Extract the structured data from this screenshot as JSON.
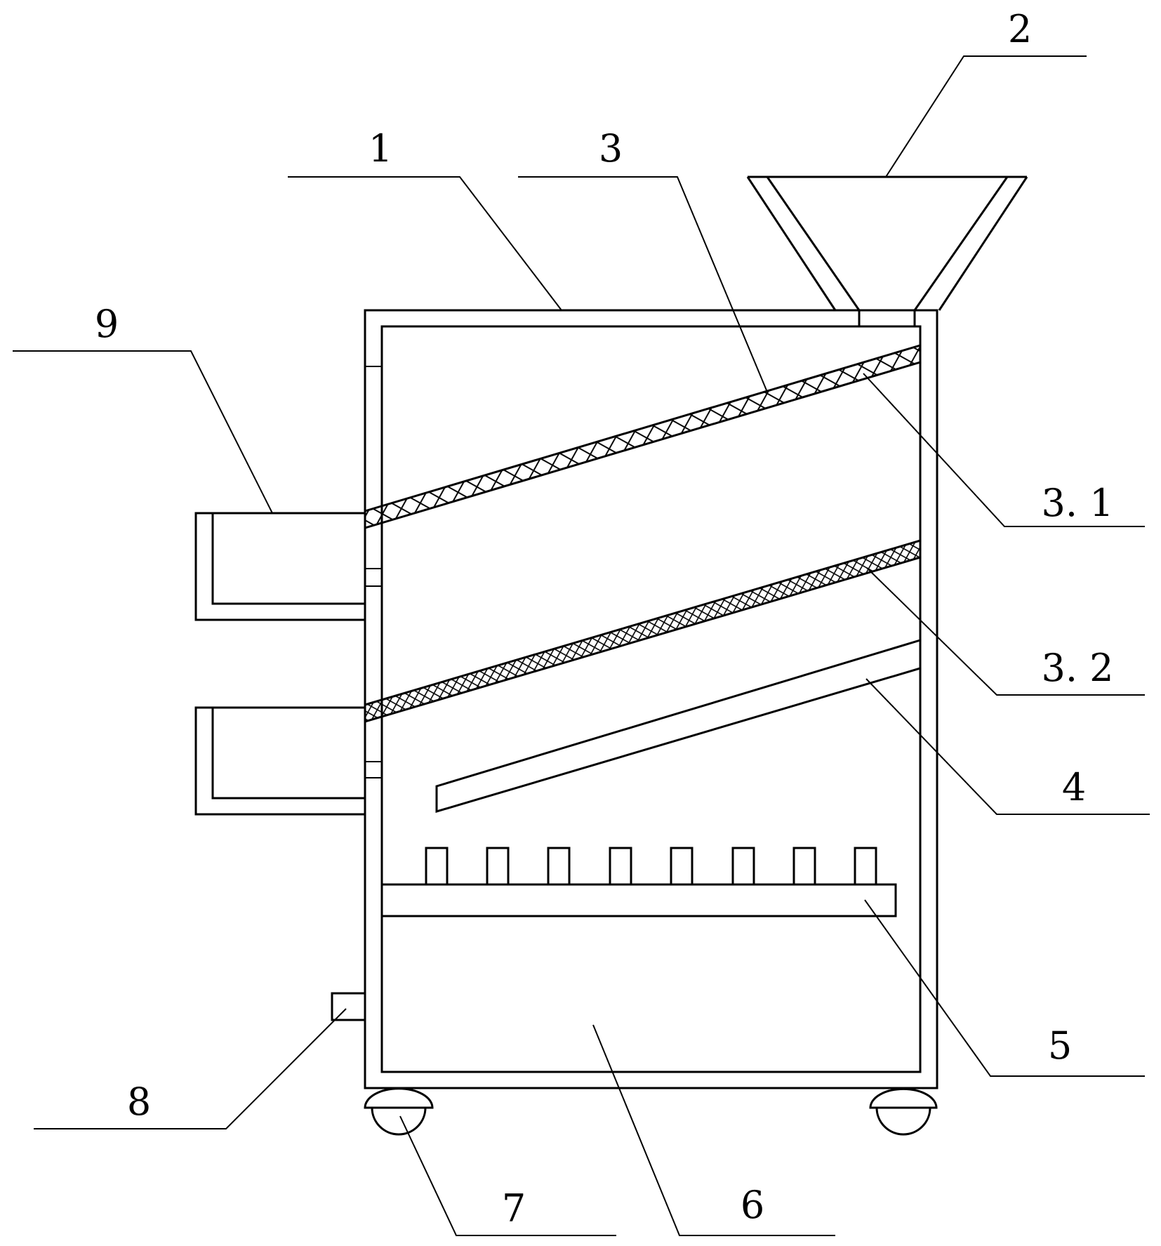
{
  "labels": {
    "l1": "1",
    "l2": "2",
    "l3": "3",
    "l3_1": "3. 1",
    "l3_2": "3. 2",
    "l4": "4",
    "l5": "5",
    "l6": "6",
    "l7": "7",
    "l8": "8",
    "l9": "9"
  }
}
